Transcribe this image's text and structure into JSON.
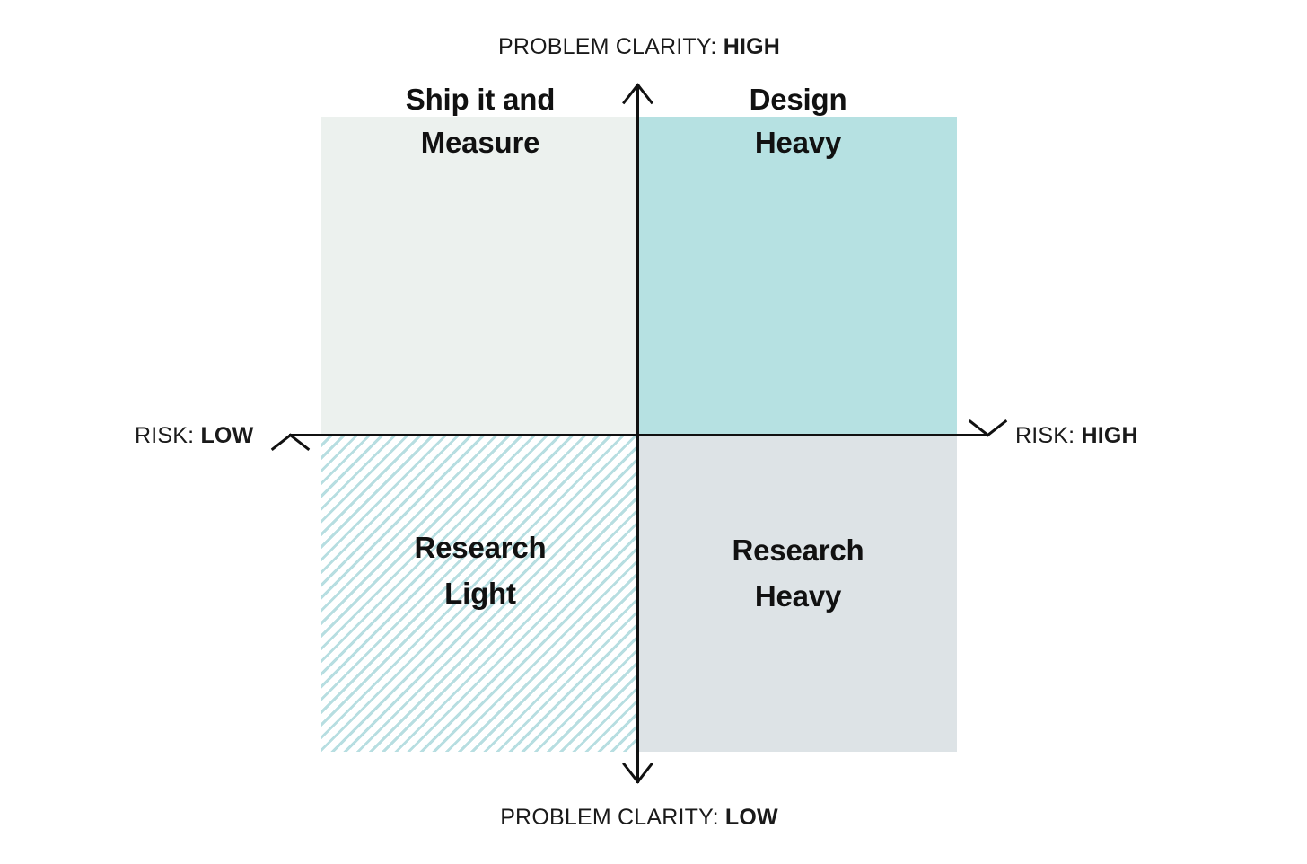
{
  "diagram": {
    "title": "Risk vs Problem Clarity 2x2 matrix",
    "type": "2x2-matrix"
  },
  "axes": {
    "vertical": {
      "name": "PROBLEM CLARITY",
      "top_prefix": "PROBLEM CLARITY: ",
      "top_value": "HIGH",
      "bottom_prefix": "PROBLEM CLARITY: ",
      "bottom_value": "LOW"
    },
    "horizontal": {
      "name": "RISK",
      "left_prefix": "RISK: ",
      "left_value": "LOW",
      "right_prefix": "RISK: ",
      "right_value": "HIGH"
    }
  },
  "quadrants": [
    {
      "position": "top-left",
      "label": "Ship it and\nMeasure",
      "risk": "LOW",
      "problem_clarity": "HIGH",
      "fill": "#ecf1ee",
      "pattern": "solid"
    },
    {
      "position": "top-right",
      "label": "Design\nHeavy",
      "risk": "HIGH",
      "problem_clarity": "HIGH",
      "fill": "#b6e1e2",
      "pattern": "solid"
    },
    {
      "position": "bottom-left",
      "label": "Research\nLight",
      "risk": "LOW",
      "problem_clarity": "LOW",
      "fill": "#ffffff",
      "pattern": "diagonal-hatch",
      "pattern_color": "#b7dee1"
    },
    {
      "position": "bottom-right",
      "label": "Research\nHeavy",
      "risk": "HIGH",
      "problem_clarity": "LOW",
      "fill": "#dde3e6",
      "pattern": "solid"
    }
  ],
  "colors": {
    "background": "#ffffff",
    "axis": "#111111",
    "text": "#111111",
    "accent_teal": "#b6e1e2",
    "hatch_teal": "#b7dee1",
    "pale_green": "#ecf1ee",
    "pale_blue_gray": "#dde3e6"
  }
}
